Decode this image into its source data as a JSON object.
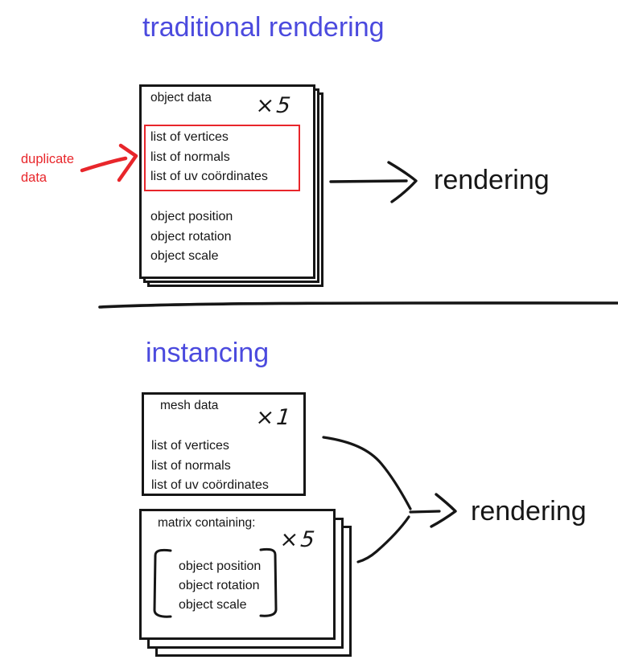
{
  "colors": {
    "accent_blue": "#4b4ade",
    "highlight_red": "#e8262b",
    "ink_black": "#161616",
    "background": "#ffffff"
  },
  "sections": {
    "traditional": {
      "title": "traditional rendering",
      "card": {
        "title": "object data",
        "multiplier": "×5",
        "duplicate_items": [
          "list of vertices",
          "list of normals",
          "list of uv coördinates"
        ],
        "per_object_items": [
          "object position",
          "object rotation",
          "object scale"
        ]
      },
      "annotation_lines": [
        "duplicate",
        "data"
      ],
      "output_label": "rendering"
    },
    "instancing": {
      "title": "instancing",
      "mesh_card": {
        "title": "mesh data",
        "multiplier": "×1",
        "items": [
          "list of vertices",
          "list of normals",
          "list of uv coördinates"
        ]
      },
      "matrix_card": {
        "title": "matrix containing:",
        "multiplier": "×5",
        "items": [
          "object position",
          "object rotation",
          "object scale"
        ]
      },
      "output_label": "rendering"
    }
  }
}
